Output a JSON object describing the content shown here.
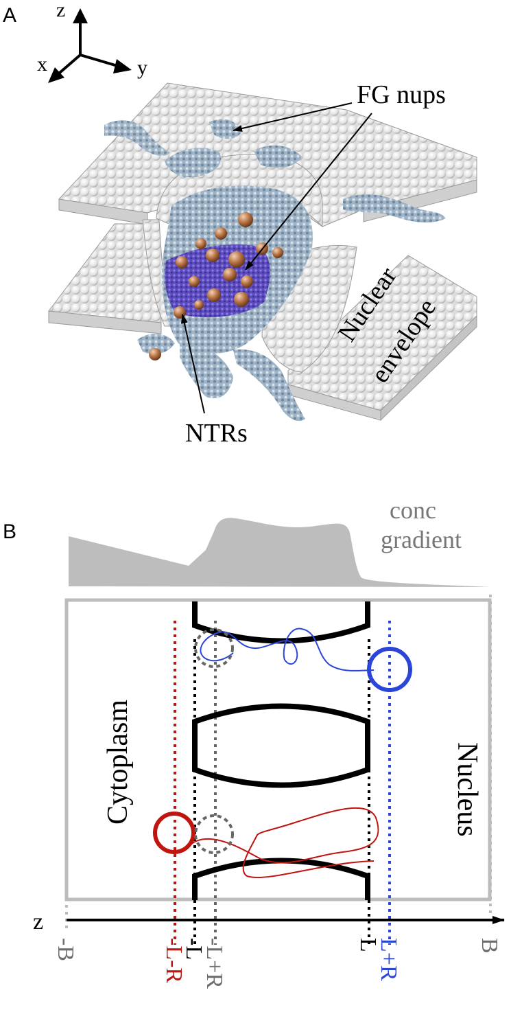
{
  "panels": {
    "a": {
      "letter": "A",
      "axes": {
        "z": "z",
        "x": "x",
        "y": "y"
      },
      "labels": {
        "fg_nups": "FG nups",
        "nuclear": "Nuclear",
        "envelope": "envelope",
        "ntrs": "NTRs"
      }
    },
    "b": {
      "letter": "B",
      "gradient": {
        "line1": "conc",
        "line2": "gradient"
      },
      "region_labels": {
        "cytoplasm": "Cytoplasm",
        "nucleus": "Nucleus"
      },
      "axis": {
        "name": "z",
        "ticks": {
          "minus_b": "-B",
          "minus_l_minus_r": "-L-R",
          "minus_l": "-L",
          "minus_l_plus_r": "-L+R",
          "l": "L",
          "l_plus_r": "L+R",
          "b": "B"
        }
      }
    }
  },
  "colors": {
    "membrane_bead": "#f2f2f2",
    "fg_nup": "#8fa6bb",
    "ntr": "#b87445",
    "core": "#5a49b8",
    "gradient_fill": "#bdbdbd",
    "box_stroke": "#bcbcbd",
    "red": "#c0150f",
    "blue": "#2a45d8",
    "grey_text": "#6e6e6e"
  }
}
